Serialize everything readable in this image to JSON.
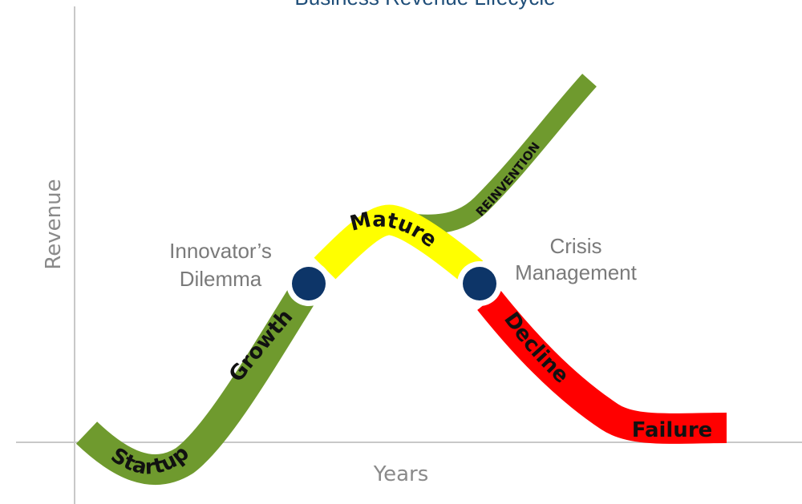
{
  "title": "Business Revenue Lifecycle",
  "axes": {
    "x_label": "Years",
    "y_label": "Revenue"
  },
  "colors": {
    "growth": "#6f9a2e",
    "mature": "#ffff00",
    "decline": "#ff0000",
    "node": "#0d3568",
    "axis": "#c8c8c8"
  },
  "stages": {
    "startup": "Startup",
    "growth": "Growth",
    "mature": "Mature",
    "reinvention": "REINVENTION",
    "decline": "Decline",
    "failure": "Failure"
  },
  "annotations": {
    "innovator_line1": "Innovator’s",
    "innovator_line2": "Dilemma",
    "crisis_line1": "Crisis",
    "crisis_line2": "Management"
  }
}
